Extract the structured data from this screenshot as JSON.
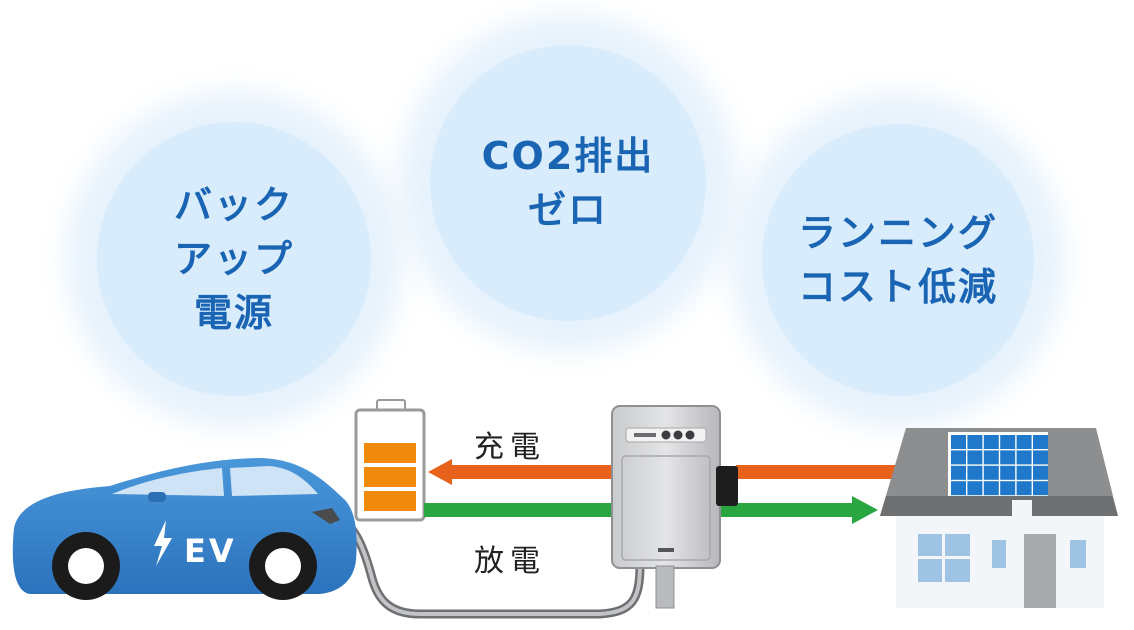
{
  "bubbles": {
    "backup": {
      "line1": "バック",
      "line2": "アップ",
      "line3": "電源"
    },
    "co2": {
      "line1": "CO2排出",
      "line2": "ゼロ"
    },
    "cost": {
      "line1": "ランニング",
      "line2": "コスト低減"
    }
  },
  "flows": {
    "charge_label": "充電",
    "discharge_label": "放電",
    "charge_color": "#e8621c",
    "discharge_color": "#2aa640"
  },
  "car": {
    "badge": "EV",
    "body_color": "#3a86cd"
  },
  "battery": {
    "cell_color": "#ef8a0c"
  },
  "solar": {
    "panel_color": "#1f78c9"
  },
  "icons": [
    "lightning-bolt-icon",
    "battery-icon",
    "v2h-charger-icon",
    "house-icon",
    "solar-panel-icon",
    "ev-car-icon"
  ]
}
